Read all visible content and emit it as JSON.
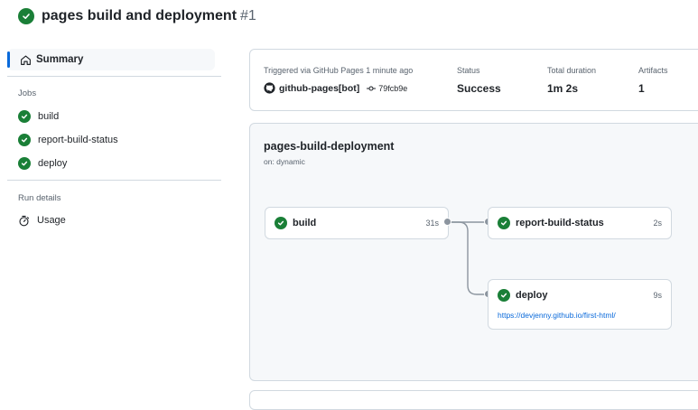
{
  "header": {
    "title": "pages build and deployment",
    "run_number": "#1"
  },
  "sidebar": {
    "summary_label": "Summary",
    "jobs_heading": "Jobs",
    "jobs": [
      {
        "label": "build",
        "status": "success"
      },
      {
        "label": "report-build-status",
        "status": "success"
      },
      {
        "label": "deploy",
        "status": "success"
      }
    ],
    "run_details_heading": "Run details",
    "usage_label": "Usage"
  },
  "summary": {
    "triggered_text": "Triggered via GitHub Pages 1 minute ago",
    "actor": "github-pages[bot]",
    "commit": "79fcb9e",
    "status_label": "Status",
    "status_value": "Success",
    "duration_label": "Total duration",
    "duration_value": "1m 2s",
    "artifacts_label": "Artifacts",
    "artifacts_value": "1"
  },
  "workflow": {
    "name": "pages-build-deployment",
    "on": "on: dynamic",
    "jobs": [
      {
        "name": "build",
        "duration": "31s"
      },
      {
        "name": "report-build-status",
        "duration": "2s"
      },
      {
        "name": "deploy",
        "duration": "9s",
        "url": "https://devjenny.github.io/first-html/"
      }
    ]
  },
  "colors": {
    "success": "#1a7f37",
    "accent": "#0969da",
    "border": "#d1d9e0",
    "muted_text": "#59636e"
  },
  "icons": {
    "status": "check-circle-icon",
    "summary": "home-icon",
    "usage": "stopwatch-icon",
    "commit": "git-commit-icon",
    "actor": "github-logo-icon"
  }
}
